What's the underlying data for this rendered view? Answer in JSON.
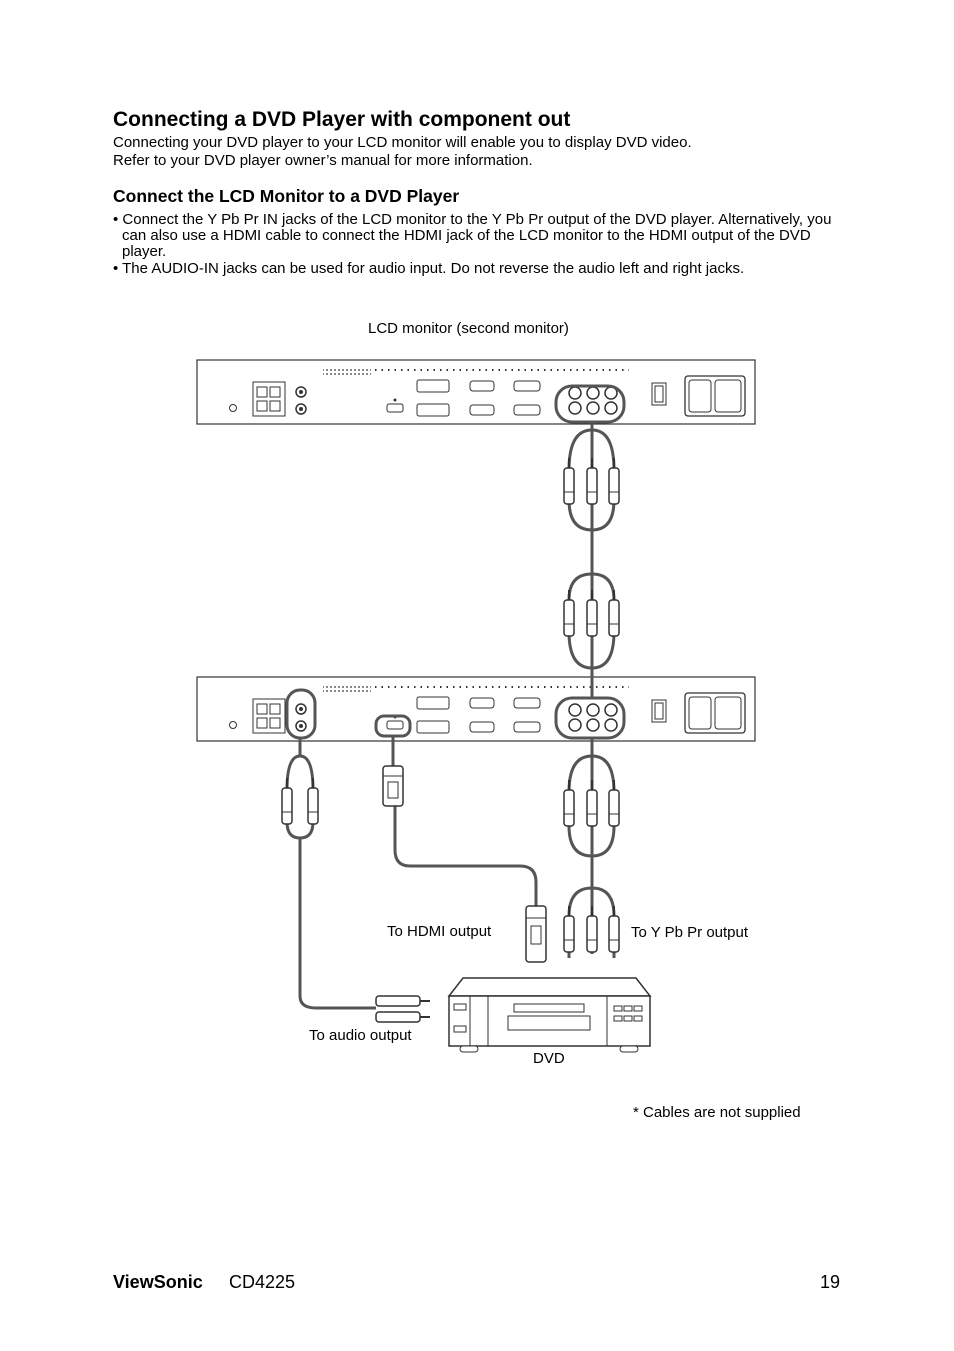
{
  "title": "Connecting a DVD Player with component out",
  "intro": [
    "Connecting your DVD player to your LCD monitor will enable you to display DVD video.",
    "Refer to your DVD player owner’s manual for more information."
  ],
  "subheading": "Connect the LCD Monitor to a DVD Player",
  "bullets": [
    "• Connect the Y Pb Pr IN jacks of the LCD monitor to the Y Pb Pr output of the DVD player. Alternatively, you can also use a HDMI cable to connect the HDMI jack of the LCD monitor to the HDMI output of the DVD player.",
    "• The AUDIO-IN jacks can be used for audio input. Do not reverse the audio left and right jacks."
  ],
  "diagram": {
    "monitor_label": "LCD monitor (second monitor)",
    "hdmi_label": "To HDMI output",
    "ypbpr_label": "To Y Pb Pr output",
    "audio_label": "To audio output",
    "dvd_label": "DVD",
    "note": "* Cables are not supplied"
  },
  "footer": {
    "brand": "ViewSonic",
    "model": "CD4225",
    "page": "19"
  }
}
